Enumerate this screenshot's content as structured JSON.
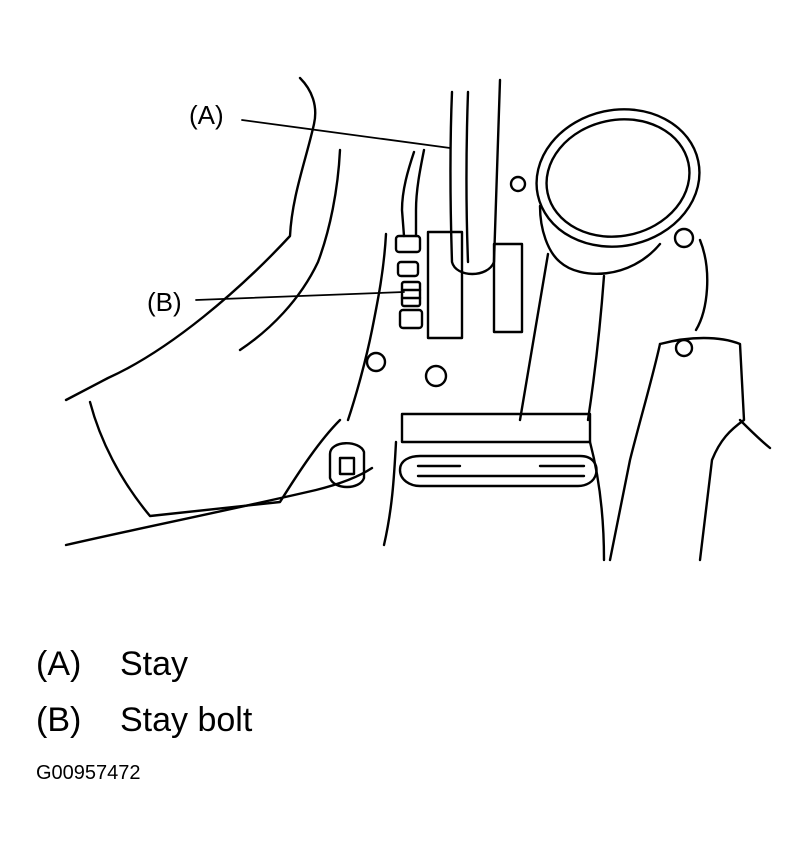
{
  "callouts": {
    "a": "(A)",
    "b": "(B)"
  },
  "legend": [
    {
      "key": "(A)",
      "label": "Stay"
    },
    {
      "key": "(B)",
      "label": "Stay bolt"
    }
  ],
  "figure_id": "G00957472"
}
